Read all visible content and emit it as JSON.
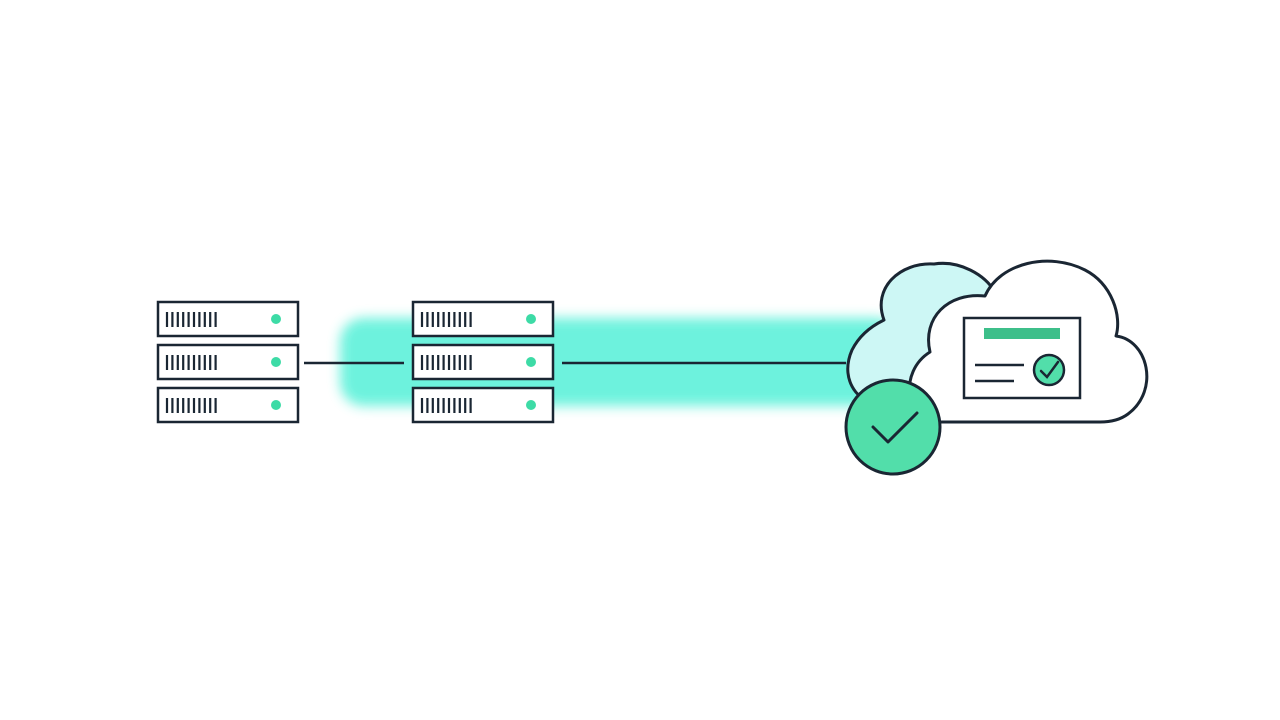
{
  "colors": {
    "background": "#ffffff",
    "stroke": "#1a2633",
    "accent": "#3ddba6",
    "glow": "#66f2dc",
    "cloud_fill": "#ffffff",
    "cloud_back_fill": "#cdf7f5",
    "check_fill": "#52deaa",
    "cert_fill": "#ffffff",
    "cert_bar": "#3dbf8a"
  },
  "diagram": {
    "server_stacks": [
      {
        "name": "source-server-stack",
        "units": 3,
        "status_icon": "status-dot-icon"
      },
      {
        "name": "relay-server-stack",
        "units": 3,
        "status_icon": "status-dot-icon"
      }
    ],
    "links": [
      {
        "from": "source-server-stack",
        "to": "relay-server-stack",
        "highlighted": true
      },
      {
        "from": "relay-server-stack",
        "to": "cloud",
        "highlighted": true
      }
    ],
    "cloud": {
      "icon": "cloud-icon",
      "contents": "certificate-icon",
      "badge": "check-circle-icon"
    }
  }
}
